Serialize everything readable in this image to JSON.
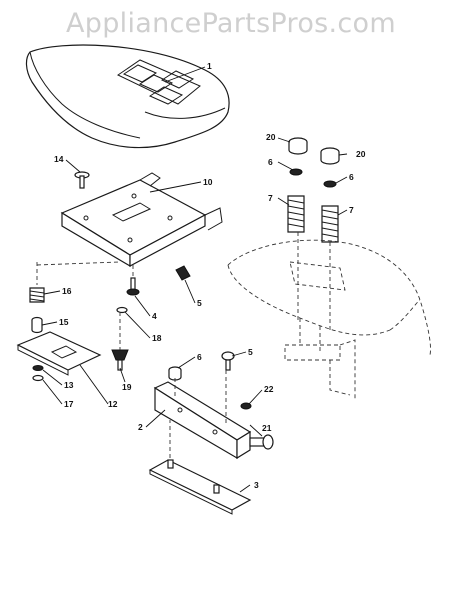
{
  "watermark": "AppliancePartsPros.com",
  "callouts": [
    {
      "id": "c1",
      "text": "1"
    },
    {
      "id": "c2",
      "text": "2"
    },
    {
      "id": "c3",
      "text": "3"
    },
    {
      "id": "c4",
      "text": "4"
    },
    {
      "id": "c5a",
      "text": "5"
    },
    {
      "id": "c5b",
      "text": "5"
    },
    {
      "id": "c6a",
      "text": "6"
    },
    {
      "id": "c6b",
      "text": "6"
    },
    {
      "id": "c6c",
      "text": "6"
    },
    {
      "id": "c7a",
      "text": "7"
    },
    {
      "id": "c7b",
      "text": "7"
    },
    {
      "id": "c10",
      "text": "10"
    },
    {
      "id": "c12",
      "text": "12"
    },
    {
      "id": "c13",
      "text": "13"
    },
    {
      "id": "c14",
      "text": "14"
    },
    {
      "id": "c15",
      "text": "15"
    },
    {
      "id": "c16",
      "text": "16"
    },
    {
      "id": "c17",
      "text": "17"
    },
    {
      "id": "c18",
      "text": "18"
    },
    {
      "id": "c19",
      "text": "19"
    },
    {
      "id": "c20a",
      "text": "20"
    },
    {
      "id": "c20b",
      "text": "20"
    },
    {
      "id": "c21",
      "text": "21"
    },
    {
      "id": "c22",
      "text": "22"
    }
  ]
}
